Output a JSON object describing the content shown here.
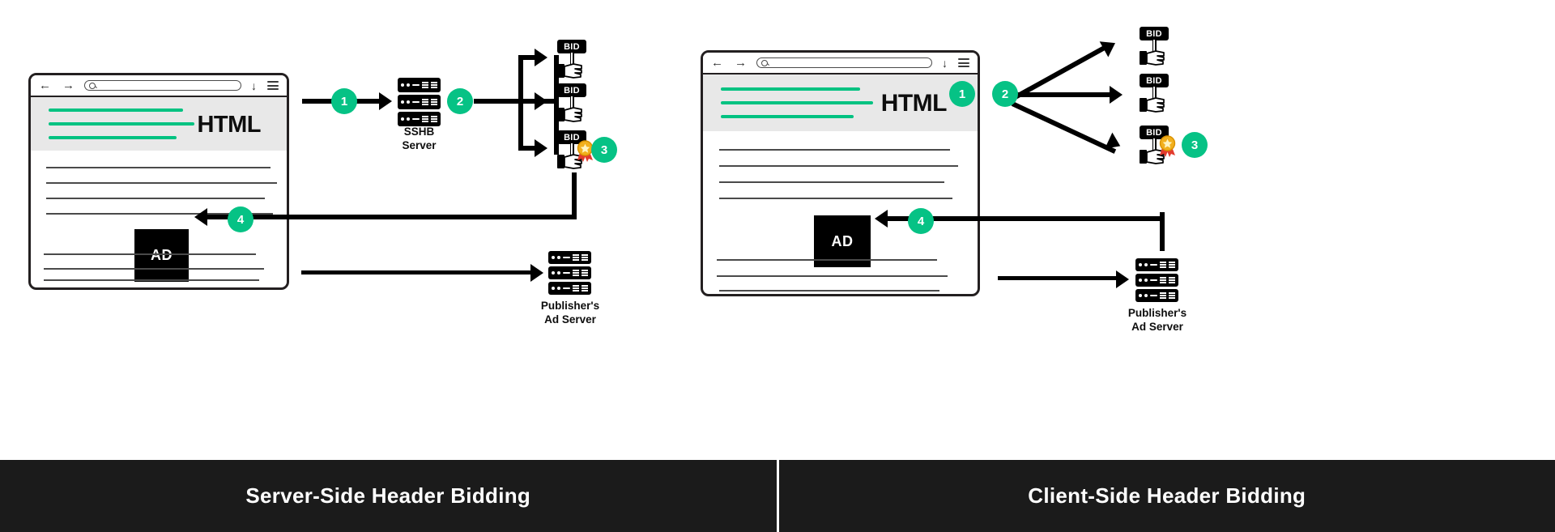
{
  "accent_green": "#06C285",
  "footer": {
    "left_label": "Server-Side Header Bidding",
    "right_label": "Client-Side Header Bidding"
  },
  "browser_chrome": {
    "back_icon": "back-arrow-icon",
    "forward_icon": "forward-arrow-icon",
    "back_glyph": "←",
    "forward_glyph": "→",
    "download_glyph": "↓",
    "search_icon": "search-icon",
    "menu_icon": "hamburger-menu-icon",
    "url_value": "",
    "url_placeholder": ""
  },
  "diagrams": [
    {
      "id": "server-side",
      "title": "Server-Side Header Bidding",
      "page": {
        "hero_label": "HTML",
        "ad_label": "AD"
      },
      "badges": [
        {
          "number": "1",
          "step": "page-request-to-sshb-server"
        },
        {
          "number": "2",
          "step": "sshb-server-fans-out-bid-requests"
        },
        {
          "number": "3",
          "step": "winning-bid"
        },
        {
          "number": "4",
          "step": "winning-ad-returned-to-page"
        }
      ],
      "server": {
        "icon": "rack-server-icon",
        "label_line1": "SSHB",
        "label_line2": "Server"
      },
      "bidders": [
        {
          "label": "BID",
          "winner": false
        },
        {
          "label": "BID",
          "winner": false
        },
        {
          "label": "BID",
          "winner": true,
          "award_icon": "award-medal-icon"
        }
      ],
      "ad_server": {
        "icon": "rack-server-icon",
        "label_line1": "Publisher's",
        "label_line2": "Ad Server"
      }
    },
    {
      "id": "client-side",
      "title": "Client-Side Header Bidding",
      "page": {
        "hero_label": "HTML",
        "ad_label": "AD"
      },
      "badges": [
        {
          "number": "1",
          "step": "page-loads-header-bidding-script"
        },
        {
          "number": "2",
          "step": "browser-fans-out-bid-requests"
        },
        {
          "number": "3",
          "step": "winning-bid"
        },
        {
          "number": "4",
          "step": "winning-ad-returned-to-page"
        }
      ],
      "bidders": [
        {
          "label": "BID",
          "winner": false
        },
        {
          "label": "BID",
          "winner": false
        },
        {
          "label": "BID",
          "winner": true,
          "award_icon": "award-medal-icon"
        }
      ],
      "ad_server": {
        "icon": "rack-server-icon",
        "label_line1": "Publisher's",
        "label_line2": "Ad Server"
      }
    }
  ]
}
